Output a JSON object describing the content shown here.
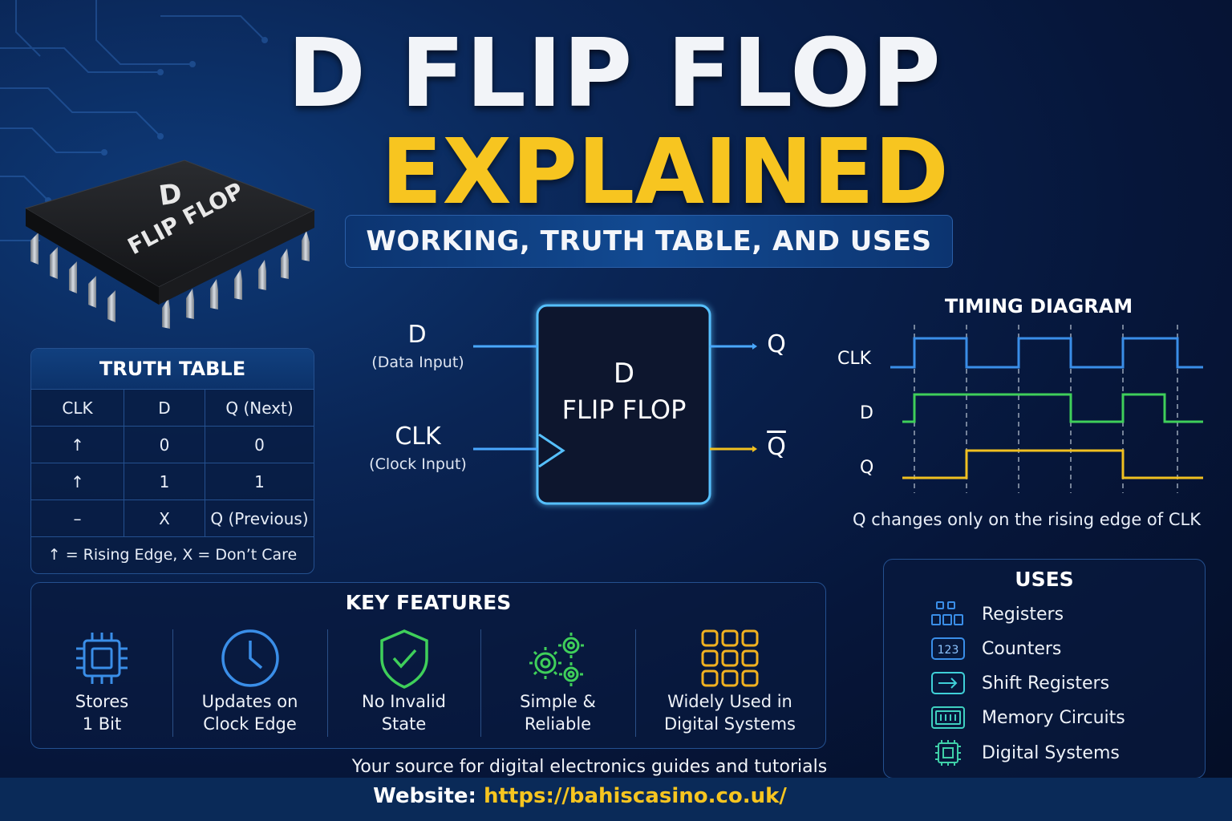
{
  "title": {
    "line1": "D FLIP FLOP",
    "line2": "EXPLAINED",
    "subtitle": "WORKING, TRUTH TABLE, AND USES"
  },
  "chip": {
    "line1": "D",
    "line2": "FLIP FLOP"
  },
  "truth_table": {
    "title": "TRUTH TABLE",
    "headers": [
      "CLK",
      "D",
      "Q (Next)"
    ],
    "rows": [
      [
        "↑",
        "0",
        "0"
      ],
      [
        "↑",
        "1",
        "1"
      ],
      [
        "–",
        "X",
        "Q (Previous)"
      ]
    ],
    "note": "↑ = Rising Edge, X = Don’t Care"
  },
  "block": {
    "d_label": "D",
    "d_sub": "(Data Input)",
    "clk_label": "CLK",
    "clk_sub": "(Clock Input)",
    "title_line1": "D",
    "title_line2": "FLIP FLOP",
    "q_label": "Q",
    "qbar_label": "Q"
  },
  "timing": {
    "title": "TIMING DIAGRAM",
    "signals": [
      "CLK",
      "D",
      "Q"
    ],
    "caption": "Q changes only on the rising edge of CLK"
  },
  "key_features": {
    "title": "KEY FEATURES",
    "items": [
      {
        "line1": "Stores",
        "line2": "1 Bit",
        "icon": "chip-icon",
        "color": "#3a8ee8"
      },
      {
        "line1": "Updates on",
        "line2": "Clock Edge",
        "icon": "clock-icon",
        "color": "#3a8ee8"
      },
      {
        "line1": "No Invalid",
        "line2": "State",
        "icon": "shield-check-icon",
        "color": "#3fcf5a"
      },
      {
        "line1": "Simple &",
        "line2": "Reliable",
        "icon": "gears-icon",
        "color": "#3fcf5a"
      },
      {
        "line1": "Widely Used in",
        "line2": "Digital Systems",
        "icon": "grid-icon",
        "color": "#f0b020"
      }
    ]
  },
  "uses": {
    "title": "USES",
    "items": [
      {
        "label": "Registers",
        "icon": "registers-icon"
      },
      {
        "label": "Counters",
        "icon": "counter-123-icon",
        "icon_text": "123"
      },
      {
        "label": "Shift Registers",
        "icon": "shift-arrow-icon"
      },
      {
        "label": "Memory Circuits",
        "icon": "memory-icon"
      },
      {
        "label": "Digital Systems",
        "icon": "processor-icon"
      }
    ]
  },
  "footer": {
    "tagline": "Your source for digital electronics guides and tutorials",
    "website_label": "Website:",
    "website_url": "https://bahiscasino.co.uk/"
  },
  "colors": {
    "accent_yellow": "#f7c520",
    "clk_blue": "#3a8ee8",
    "d_green": "#3fcf5a",
    "q_yellow": "#f0c020",
    "block_glow": "#4fb6ff"
  }
}
